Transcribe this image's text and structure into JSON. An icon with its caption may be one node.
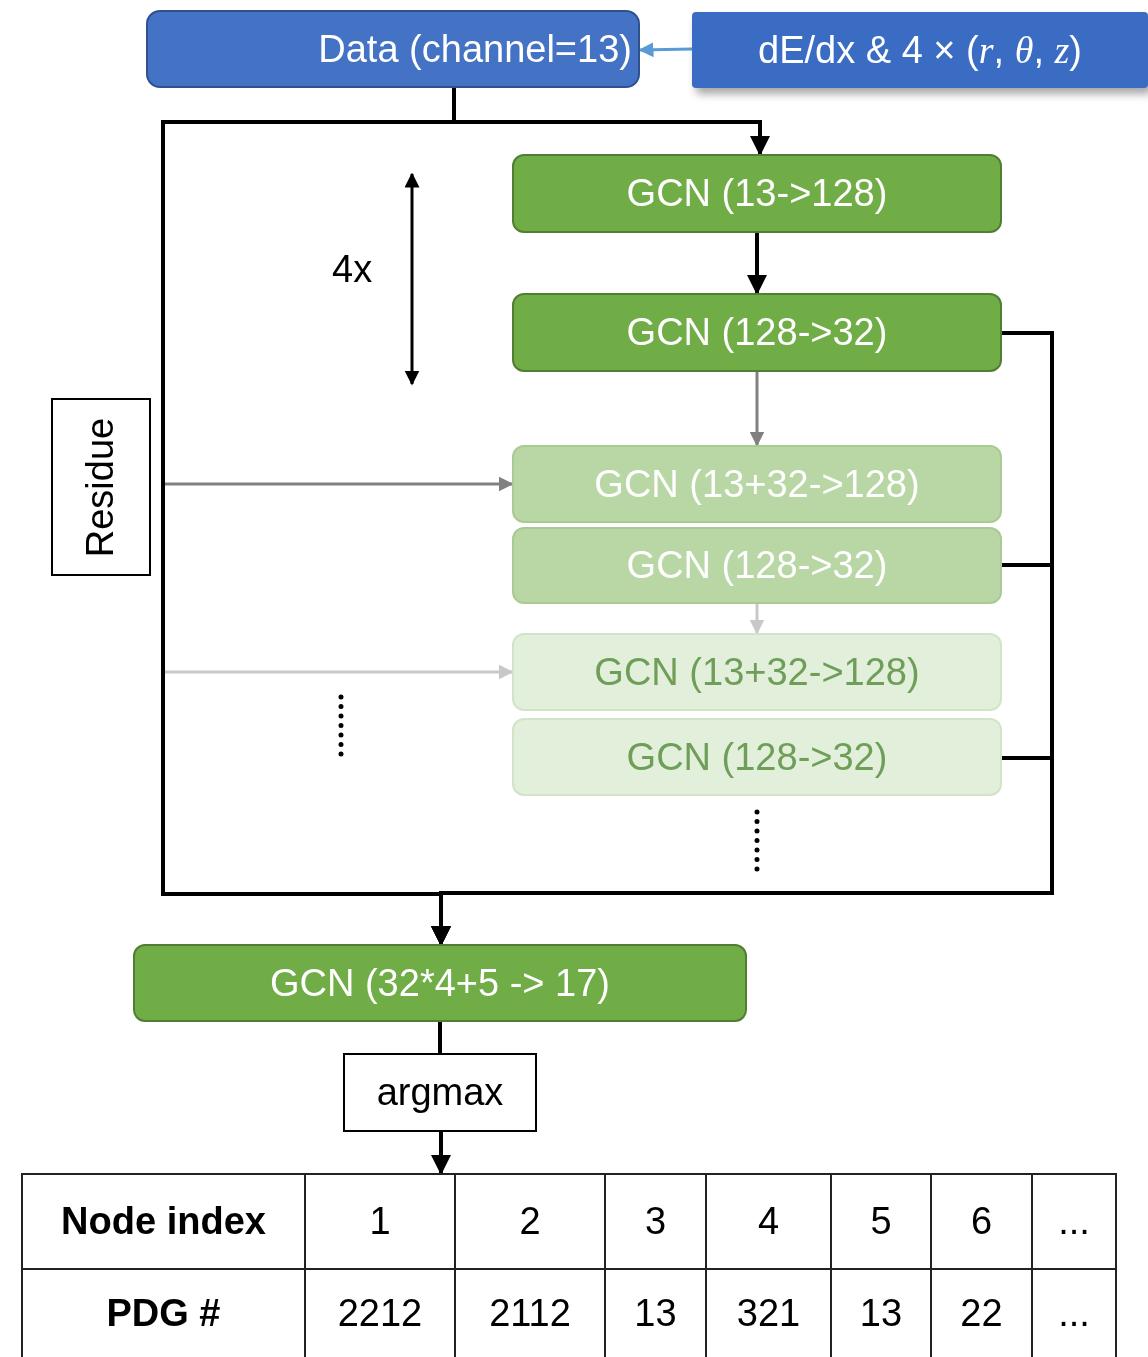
{
  "diagram": {
    "nodes": [
      {
        "text": [
          "Data (channel=13)"
        ]
      },
      {
        "text": [
          "dE/dx & 4 × (*r*, *θ*, *z*)"
        ]
      },
      {
        "text": [
          "GCN (13->128)"
        ]
      },
      {
        "text": [
          "GCN (128->32)"
        ]
      },
      {
        "text": [
          "GCN (13+32->128)"
        ]
      },
      {
        "text": [
          "GCN (128->32)"
        ]
      },
      {
        "text": [
          "GCN (13+32->128)"
        ]
      },
      {
        "text": [
          "GCN (128->32)"
        ]
      },
      {
        "text": [
          "Residue"
        ]
      },
      {
        "text": [
          "GCN (32*4+5 -> 17)"
        ]
      },
      {
        "text": [
          "argmax"
        ]
      },
      {
        "text": [
          "Node index",
          "1",
          "2",
          "3",
          "4",
          "5",
          "6",
          "...",
          "PDG #",
          "2212",
          "2112",
          "13",
          "321",
          "13",
          "22",
          "..."
        ]
      }
    ],
    "edges": [
      {
        "from": 1,
        "to": 0,
        "arrow": "to",
        "color": "#5b9bd5"
      },
      {
        "from": 0,
        "to": 2,
        "arrow": "to"
      },
      {
        "from": 2,
        "to": 3,
        "arrow": "to"
      },
      {
        "from": 3,
        "to": 4,
        "arrow": "to",
        "color": "#808080"
      },
      {
        "from": 0,
        "to": 4,
        "arrow": "to",
        "color": "#808080"
      },
      {
        "from": 5,
        "to": 6,
        "arrow": "to",
        "color": "#c8c8c8"
      },
      {
        "from": 0,
        "to": 6,
        "arrow": "to",
        "color": "#c8c8c8"
      },
      {
        "from": 0,
        "to": 9,
        "arrow": "to"
      },
      {
        "from": 3,
        "to": 9,
        "arrow": "to"
      },
      {
        "from": 5,
        "to": 9,
        "arrow": "to"
      },
      {
        "from": 7,
        "to": 9,
        "arrow": "to"
      },
      {
        "from": 9,
        "to": 10,
        "arrow": "none"
      },
      {
        "from": 10,
        "to": 11,
        "arrow": "to"
      }
    ],
    "labels": [
      "4x"
    ]
  }
}
